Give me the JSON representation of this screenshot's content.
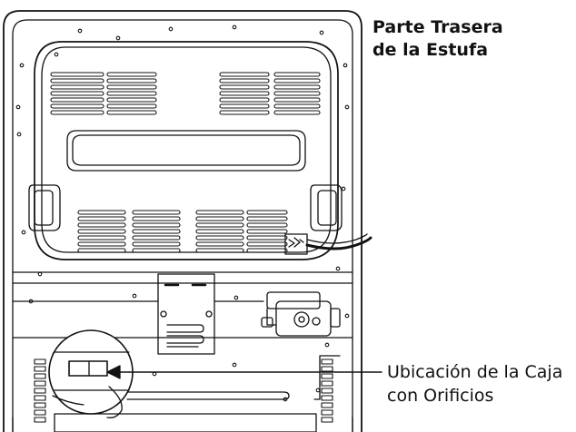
{
  "title": {
    "line1": "Parte Trasera",
    "line2": "de la Estufa"
  },
  "callout": {
    "line1": "Ubicación de la Caja",
    "line2": "con Orificios"
  }
}
